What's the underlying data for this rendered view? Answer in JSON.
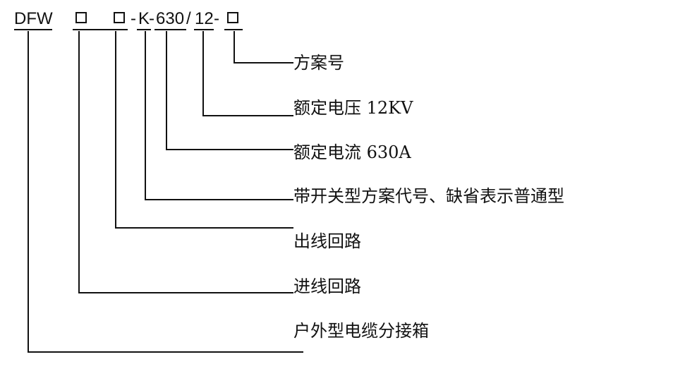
{
  "model_code": {
    "prefix": "DFW",
    "dash1": "-",
    "k": "K",
    "dash2": "-",
    "current": "630",
    "slash": "/",
    "voltage": "12",
    "dash3": "-"
  },
  "descriptions": [
    "方案号",
    "额定电压 12KV",
    "额定电流 630A",
    "带开关型方案代号、缺省表示普通型",
    "出线回路",
    "进线回路",
    "户外型电缆分接箱"
  ]
}
